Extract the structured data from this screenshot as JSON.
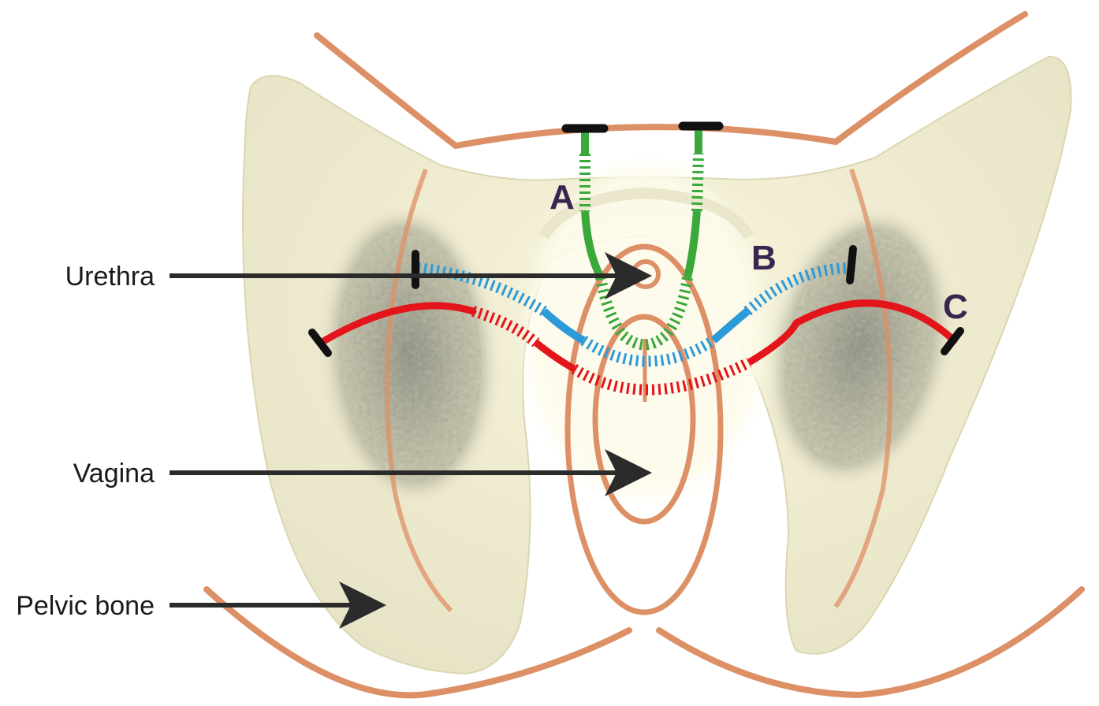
{
  "labels": {
    "urethra": "Urethra",
    "vagina": "Vagina",
    "pelvic_bone": "Pelvic bone"
  },
  "sling_letters": {
    "a": "A",
    "b": "B",
    "c": "C"
  },
  "colors": {
    "skin_outline": "#dd9066",
    "bone_fill": "#ebe7cb",
    "bone_glow": "#fdfbe8",
    "foramen": "#a9a98f",
    "sling_a": "#3aa83a",
    "sling_b": "#2c9ad8",
    "sling_c": "#e3151b",
    "anchor": "#111111",
    "arrow": "#2b2b2b",
    "letter": "#3a2450"
  }
}
